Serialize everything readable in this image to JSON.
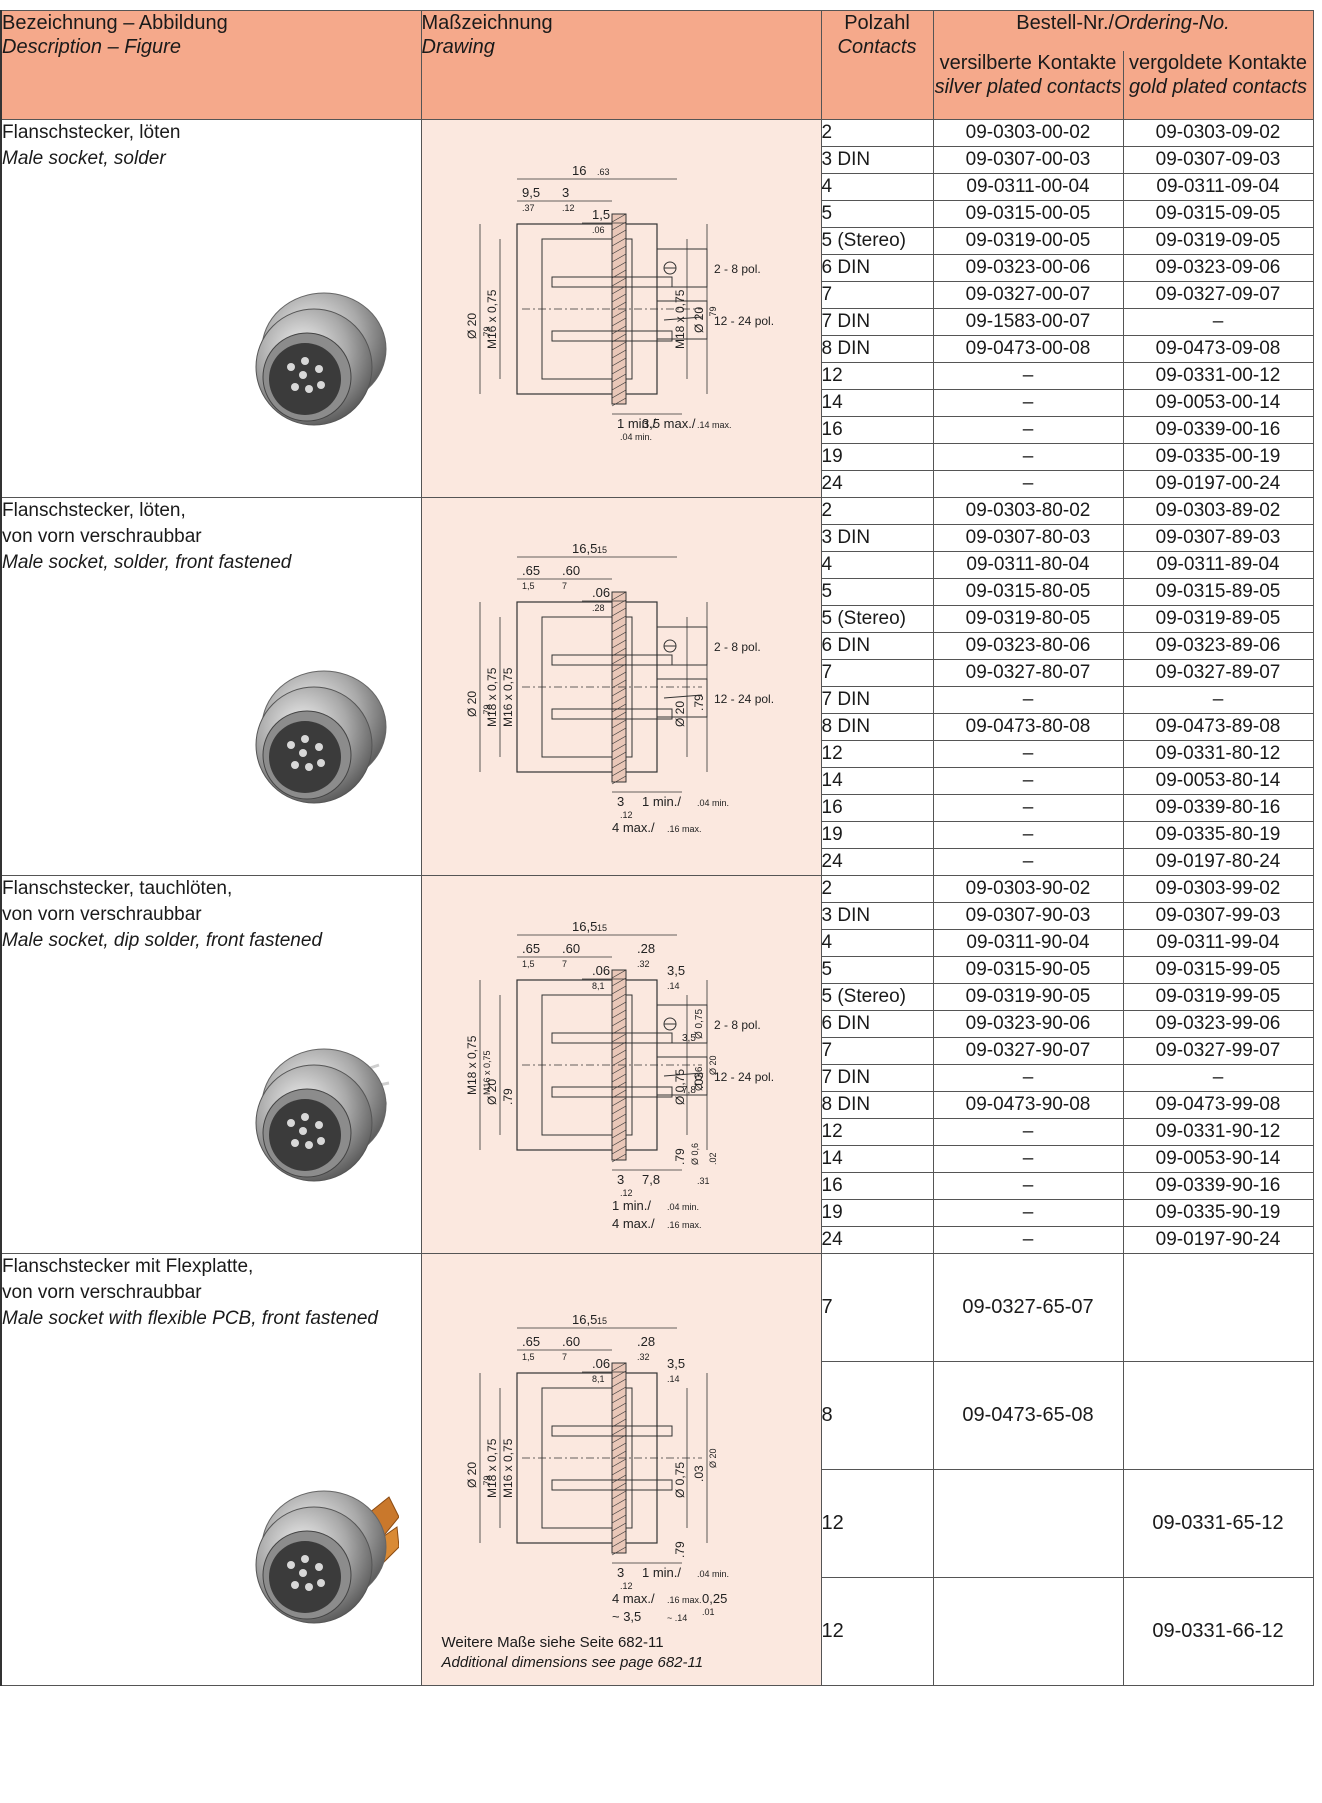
{
  "header": {
    "description_de": "Bezeichnung – Abbildung",
    "description_en": "Description – Figure",
    "drawing_de": "Maßzeichnung",
    "drawing_en": "Drawing",
    "contacts_de": "Polzahl",
    "contacts_en": "Contacts",
    "order_de": "Bestell-Nr./",
    "order_en": "Ordering-No.",
    "silver_de": "versilberte Kontakte",
    "silver_en": "silver plated contacts",
    "gold_de": "vergoldete Kontakte",
    "gold_en": "gold plated contacts"
  },
  "sections": [
    {
      "title_de": [
        "Flanschstecker, löten"
      ],
      "title_en": "Male socket, solder",
      "rows": [
        [
          "2",
          "09-0303-00-02",
          "09-0303-09-02"
        ],
        [
          "3 DIN",
          "09-0307-00-03",
          "09-0307-09-03"
        ],
        [
          "4",
          "09-0311-00-04",
          "09-0311-09-04"
        ],
        [
          "5",
          "09-0315-00-05",
          "09-0315-09-05"
        ],
        [
          "5 (Stereo)",
          "09-0319-00-05",
          "09-0319-09-05"
        ],
        [
          "6 DIN",
          "09-0323-00-06",
          "09-0323-09-06"
        ],
        [
          "7",
          "09-0327-00-07",
          "09-0327-09-07"
        ],
        [
          "7 DIN",
          "09-1583-00-07",
          "–"
        ],
        [
          "8 DIN",
          "09-0473-00-08",
          "09-0473-09-08"
        ],
        [
          "12",
          "–",
          "09-0331-00-12"
        ],
        [
          "14",
          "–",
          "09-0053-00-14"
        ],
        [
          "16",
          "–",
          "09-0339-00-16"
        ],
        [
          "19",
          "–",
          "09-0335-00-19"
        ],
        [
          "24",
          "–",
          "09-0197-00-24"
        ]
      ]
    },
    {
      "title_de": [
        "Flanschstecker, löten,",
        "von vorn verschraubbar"
      ],
      "title_en": "Male socket, solder, front fastened",
      "rows": [
        [
          "2",
          "09-0303-80-02",
          "09-0303-89-02"
        ],
        [
          "3 DIN",
          "09-0307-80-03",
          "09-0307-89-03"
        ],
        [
          "4",
          "09-0311-80-04",
          "09-0311-89-04"
        ],
        [
          "5",
          "09-0315-80-05",
          "09-0315-89-05"
        ],
        [
          "5 (Stereo)",
          "09-0319-80-05",
          "09-0319-89-05"
        ],
        [
          "6 DIN",
          "09-0323-80-06",
          "09-0323-89-06"
        ],
        [
          "7",
          "09-0327-80-07",
          "09-0327-89-07"
        ],
        [
          "7 DIN",
          "–",
          "–"
        ],
        [
          "8 DIN",
          "09-0473-80-08",
          "09-0473-89-08"
        ],
        [
          "12",
          "–",
          "09-0331-80-12"
        ],
        [
          "14",
          "–",
          "09-0053-80-14"
        ],
        [
          "16",
          "–",
          "09-0339-80-16"
        ],
        [
          "19",
          "–",
          "09-0335-80-19"
        ],
        [
          "24",
          "–",
          "09-0197-80-24"
        ]
      ]
    },
    {
      "title_de": [
        "Flanschstecker, tauchlöten,",
        "von vorn verschraubbar"
      ],
      "title_en": "Male socket, dip solder, front fastened",
      "rows": [
        [
          "2",
          "09-0303-90-02",
          "09-0303-99-02"
        ],
        [
          "3 DIN",
          "09-0307-90-03",
          "09-0307-99-03"
        ],
        [
          "4",
          "09-0311-90-04",
          "09-0311-99-04"
        ],
        [
          "5",
          "09-0315-90-05",
          "09-0315-99-05"
        ],
        [
          "5 (Stereo)",
          "09-0319-90-05",
          "09-0319-99-05"
        ],
        [
          "6 DIN",
          "09-0323-90-06",
          "09-0323-99-06"
        ],
        [
          "7",
          "09-0327-90-07",
          "09-0327-99-07"
        ],
        [
          "7 DIN",
          "–",
          "–"
        ],
        [
          "8 DIN",
          "09-0473-90-08",
          "09-0473-99-08"
        ],
        [
          "12",
          "–",
          "09-0331-90-12"
        ],
        [
          "14",
          "–",
          "09-0053-90-14"
        ],
        [
          "16",
          "–",
          "09-0339-90-16"
        ],
        [
          "19",
          "–",
          "09-0335-90-19"
        ],
        [
          "24",
          "–",
          "09-0197-90-24"
        ]
      ]
    },
    {
      "title_de": [
        "Flanschstecker mit Flexplatte,",
        "von vorn verschraubbar"
      ],
      "title_en": "Male socket with flexible PCB, front fastened",
      "note_de": "Weitere Maße siehe Seite 682-11",
      "note_en": "Additional dimensions see page 682-11",
      "rows": [
        [
          "7",
          "09-0327-65-07",
          ""
        ],
        [
          "8",
          "09-0473-65-08",
          ""
        ],
        [
          "12",
          "",
          "09-0331-65-12"
        ],
        [
          "12",
          "",
          "09-0331-66-12"
        ]
      ]
    }
  ],
  "drawings": {
    "d1": {
      "top": [
        "16",
        ".63",
        "9,5",
        ".37",
        "3",
        ".12",
        "1,5",
        ".06"
      ],
      "left": [
        "Ø 20",
        ".79",
        "M16 x 0,75"
      ],
      "right": [
        "M18 x 0,75",
        "Ø 20",
        ".79"
      ],
      "bottom": [
        "1 min./",
        ".04 min.",
        "3,5 max./",
        ".14 max."
      ],
      "pol_a": "2 - 8 pol.",
      "pol_b": "12 - 24 pol."
    },
    "d2": {
      "top": [
        "16,5",
        "15",
        ".65",
        "1,5",
        ".60",
        "7",
        ".06",
        ".28"
      ],
      "left": [
        "Ø 20",
        ".79",
        "M18 x 0,75",
        "M16 x 0,75"
      ],
      "right": [
        "Ø 20",
        ".79"
      ],
      "bottom": [
        "3",
        ".12",
        "1 min./",
        ".04 min.",
        "4 max./",
        ".16 max."
      ],
      "pol_a": "2 - 8 pol.",
      "pol_b": "12 - 24 pol."
    },
    "d3": {
      "top": [
        "16,5",
        "15",
        ".65",
        "1,5",
        ".60",
        "7",
        ".06",
        "8,1",
        ".28",
        ".32",
        "3,5",
        ".14"
      ],
      "left": [
        "M18 x 0,75",
        "M16 x 0,75",
        "Ø 20",
        ".79"
      ],
      "right": [
        "Ø 0,75",
        ".03",
        "Ø 20",
        ".79",
        "Ø 0,6",
        ".02"
      ],
      "bottom": [
        "3",
        ".12",
        "7,8",
        ".31",
        "1 min./",
        ".04 min.",
        "4 max./",
        ".16 max."
      ],
      "pin": [
        "3,5",
        "Ø 0,75",
        "7,8",
        "Ø 0,6"
      ],
      "pol_a": "2 - 8 pol.",
      "pol_b": "12 - 24 pol."
    },
    "d4": {
      "top": [
        "16,5",
        "15",
        ".65",
        "1,5",
        ".60",
        "7",
        ".06",
        "8,1",
        ".28",
        ".32",
        "3,5",
        ".14"
      ],
      "left": [
        "Ø 20",
        ".79",
        "M18 x 0,75",
        "M16 x 0,75"
      ],
      "right": [
        "Ø 0,75",
        ".03",
        "Ø 20",
        ".79"
      ],
      "bottom": [
        "3",
        ".12",
        "1 min./",
        ".04 min.",
        "4 max./",
        ".16 max.",
        "~ 3,5",
        "~ .14",
        "0,25",
        ".01"
      ]
    }
  },
  "colors": {
    "header_bg": "#f5a98b",
    "drawing_bg": "#fbe8df",
    "line": "#555555"
  }
}
